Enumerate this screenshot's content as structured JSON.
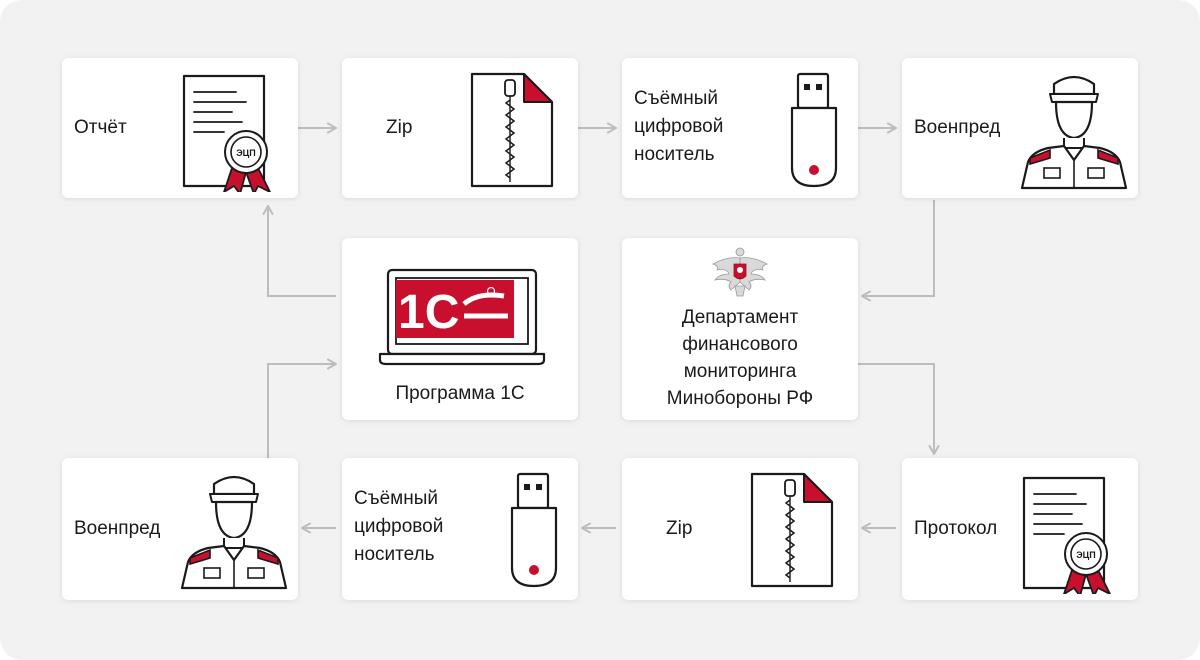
{
  "colors": {
    "accent": "#c8102e",
    "card_background": "#ffffff",
    "canvas_background": "#f2f2f3",
    "connector": "#bdbdbd",
    "text": "#1a1a1a"
  },
  "nodes": {
    "report": {
      "label": "Отчёт",
      "icon": "signed-document-icon",
      "stamp": "ЭЦП"
    },
    "zip_top": {
      "label": "Zip",
      "icon": "zip-file-icon"
    },
    "usb_top": {
      "label": "Съёмный\nцифровой\nноситель",
      "icon": "usb-drive-icon"
    },
    "officer_top": {
      "label": "Военпред",
      "icon": "military-officer-icon"
    },
    "program": {
      "label": "Программа 1С",
      "icon": "laptop-1c-icon",
      "logo": "1С"
    },
    "department": {
      "label": "Департамент\nфинансового\nмониторинга\nМинобороны РФ",
      "icon": "ministry-emblem-icon"
    },
    "protocol": {
      "label": "Протокол",
      "icon": "signed-document-icon",
      "stamp": "ЭЦП"
    },
    "zip_bottom": {
      "label": "Zip",
      "icon": "zip-file-icon"
    },
    "usb_bottom": {
      "label": "Съёмный\nцифровой\nноситель",
      "icon": "usb-drive-icon"
    },
    "officer_bottom": {
      "label": "Военпред",
      "icon": "military-officer-icon"
    }
  }
}
